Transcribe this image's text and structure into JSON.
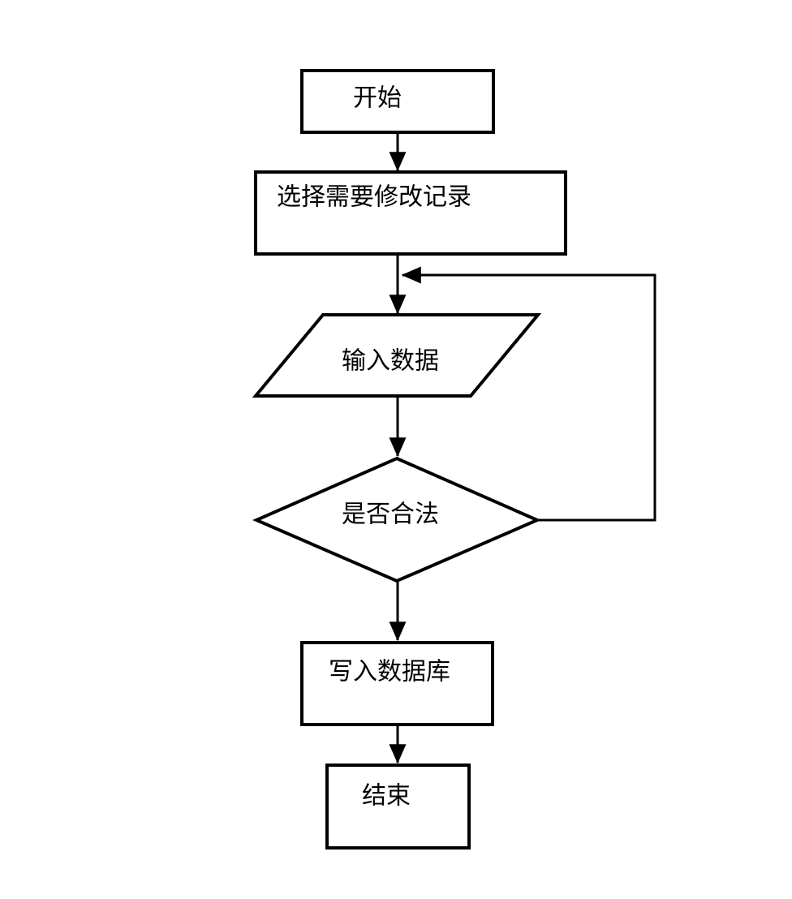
{
  "diagram": {
    "type": "flowchart",
    "background_color": "#ffffff",
    "line_color": "#000000",
    "text_color": "#000000",
    "nodes": [
      {
        "id": "start",
        "shape": "rectangle",
        "label": "开始"
      },
      {
        "id": "select-record",
        "shape": "rectangle",
        "label": "选择需要修改记录"
      },
      {
        "id": "input-data",
        "shape": "parallelogram",
        "label": "输入数据"
      },
      {
        "id": "is-valid",
        "shape": "diamond",
        "label": "是否合法"
      },
      {
        "id": "write-db",
        "shape": "rectangle",
        "label": "写入数据库"
      },
      {
        "id": "end",
        "shape": "rectangle",
        "label": "结束"
      }
    ],
    "edges": [
      {
        "from": "start",
        "to": "select-record",
        "kind": "arrow"
      },
      {
        "from": "select-record",
        "to": "input-data",
        "kind": "arrow"
      },
      {
        "from": "input-data",
        "to": "is-valid",
        "kind": "arrow"
      },
      {
        "from": "is-valid",
        "to": "write-db",
        "kind": "arrow"
      },
      {
        "from": "write-db",
        "to": "end",
        "kind": "arrow"
      },
      {
        "from": "is-valid",
        "to": "input-data",
        "kind": "loop-back-arrow"
      }
    ]
  }
}
